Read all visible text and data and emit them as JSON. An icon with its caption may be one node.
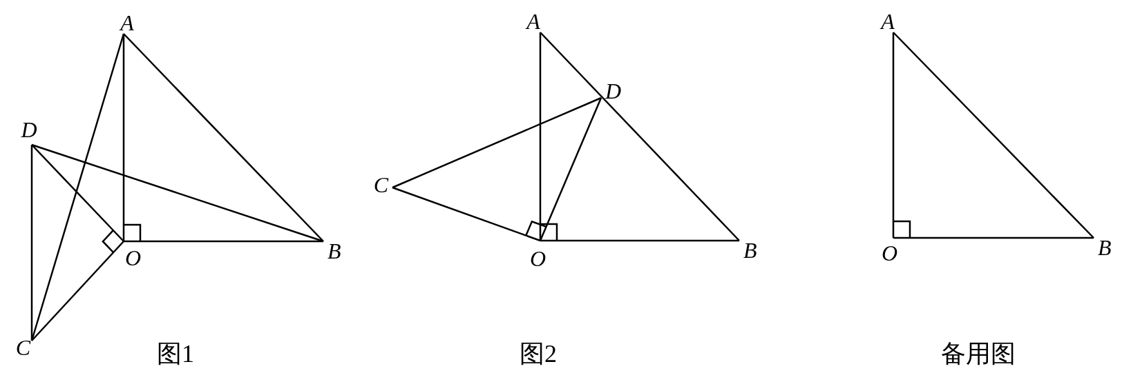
{
  "diagram": {
    "nodes": [
      {
        "text": [
          "A"
        ]
      },
      {
        "text": [
          "D"
        ]
      },
      {
        "text": [
          "O"
        ]
      },
      {
        "text": [
          "B"
        ]
      },
      {
        "text": [
          "C"
        ]
      },
      {
        "text": [
          "A"
        ]
      },
      {
        "text": [
          "D"
        ]
      },
      {
        "text": [
          "C"
        ]
      },
      {
        "text": [
          "O"
        ]
      },
      {
        "text": [
          "B"
        ]
      },
      {
        "text": [
          "A"
        ]
      },
      {
        "text": [
          "O"
        ]
      },
      {
        "text": [
          "B"
        ]
      }
    ],
    "edges": [
      {
        "from": 0,
        "to": 2,
        "arrow": "none"
      },
      {
        "from": 0,
        "to": 3,
        "arrow": "none"
      },
      {
        "from": 2,
        "to": 3,
        "arrow": "none"
      },
      {
        "from": 0,
        "to": 4,
        "arrow": "none"
      },
      {
        "from": 1,
        "to": 4,
        "arrow": "none"
      },
      {
        "from": 1,
        "to": 3,
        "arrow": "none"
      },
      {
        "from": 1,
        "to": 2,
        "arrow": "none"
      },
      {
        "from": 4,
        "to": 2,
        "arrow": "none"
      },
      {
        "from": 5,
        "to": 8,
        "arrow": "none"
      },
      {
        "from": 5,
        "to": 9,
        "arrow": "none"
      },
      {
        "from": 8,
        "to": 9,
        "arrow": "none"
      },
      {
        "from": 7,
        "to": 6,
        "arrow": "none"
      },
      {
        "from": 7,
        "to": 8,
        "arrow": "none"
      },
      {
        "from": 6,
        "to": 8,
        "arrow": "none"
      },
      {
        "from": 10,
        "to": 11,
        "arrow": "none"
      },
      {
        "from": 10,
        "to": 12,
        "arrow": "none"
      },
      {
        "from": 11,
        "to": 12,
        "arrow": "none"
      }
    ],
    "labels": [
      "图1",
      "图2",
      "备用图"
    ]
  }
}
